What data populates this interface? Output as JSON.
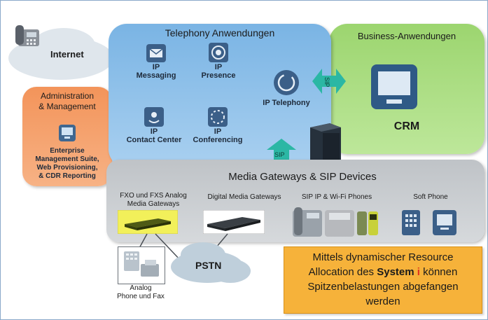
{
  "regions": {
    "telephony": "Telephony Anwendungen",
    "business": "Business-Anwendungen",
    "administration": "Administration\n& Management",
    "media": "Media Gateways & SIP Devices"
  },
  "internet_label": "Internet",
  "pstn_label": "PSTN",
  "telephony_apps": [
    {
      "label": "IP\nMessaging",
      "icon": "envelope-icon"
    },
    {
      "label": "IP\nPresence",
      "icon": "presence-icon"
    },
    {
      "label": "IP Telephony",
      "icon": "phone-globe-icon"
    },
    {
      "label": "IP\nContact Center",
      "icon": "contact-center-icon"
    },
    {
      "label": "IP\nConferencing",
      "icon": "conference-icon"
    }
  ],
  "sip_labels": [
    "SIP",
    "SIP"
  ],
  "crm_label": "CRM",
  "admin_apps": "Enterprise\nManagement Suite,\nWeb Provisioning,\n& CDR Reporting",
  "gateways": [
    {
      "label": "FXO und FXS Analog\nMedia Gateways"
    },
    {
      "label": "Digital Media Gateways"
    },
    {
      "label": "SIP IP & Wi-Fi Phones"
    },
    {
      "label": "Soft Phone"
    }
  ],
  "analog_label": "Analog\nPhone und Fax",
  "note": {
    "line1": "Mittels dynamischer Resource",
    "line2a": "Allocation des ",
    "line2b": "System i",
    "line2c": " können",
    "line3": "Spitzenbelastungen abgefangen",
    "line4": "werden"
  },
  "colors": {
    "telephony": "#8fc1ea",
    "business": "#a8dc7e",
    "administration": "#f5a06c",
    "media": "#c9ccd0",
    "note": "#f6b23a",
    "sip": "#2bb7a4",
    "highlight": "#e0301e"
  }
}
